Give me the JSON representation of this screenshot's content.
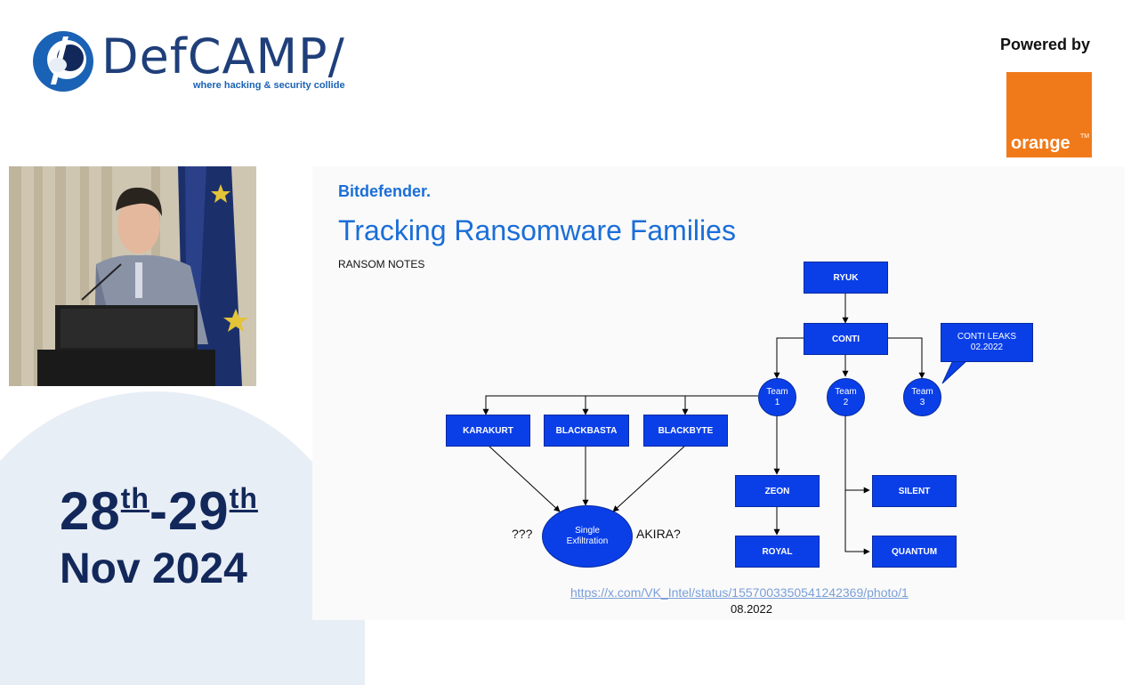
{
  "branding": {
    "name": "DefCAMP/",
    "tagline": "where hacking & security collide",
    "powered_by": "Powered by",
    "sponsor": "orange",
    "sponsor_tm": "TM",
    "colors": {
      "navy": "#13285a",
      "blue": "#1a62b5",
      "orange": "#f07a1a"
    }
  },
  "event": {
    "day1": "28",
    "day1_suffix": "th",
    "sep": "-",
    "day2": "29",
    "day2_suffix": "th",
    "month_year": "Nov 2024"
  },
  "slide": {
    "vendor": "Bitdefender.",
    "title": "Tracking Ransomware Families",
    "subtitle": "RANSOM NOTES",
    "nodes": {
      "ryuk": "RYUK",
      "conti": "CONTI",
      "conti_leaks_1": "CONTI LEAKS",
      "conti_leaks_2": "02.2022",
      "team1_1": "Team",
      "team1_2": "1",
      "team2_1": "Team",
      "team2_2": "2",
      "team3_1": "Team",
      "team3_2": "3",
      "karakurt": "KARAKURT",
      "blackbasta": "BLACKBASTA",
      "blackbyte": "BLACKBYTE",
      "single_1": "Single",
      "single_2": "Exfiltration",
      "zeon": "ZEON",
      "royal": "ROYAL",
      "silent": "SILENT",
      "quantum": "QUANTUM"
    },
    "left_label": "???",
    "right_label": "AKIRA?",
    "source_link": "https://x.com/VK_Intel/status/1557003350541242369/photo/1",
    "source_date": "08.2022",
    "colors": {
      "box": "#0a3fe8",
      "title": "#1a6ed8"
    }
  },
  "video": {
    "icons": [
      "speaker-photo"
    ]
  }
}
